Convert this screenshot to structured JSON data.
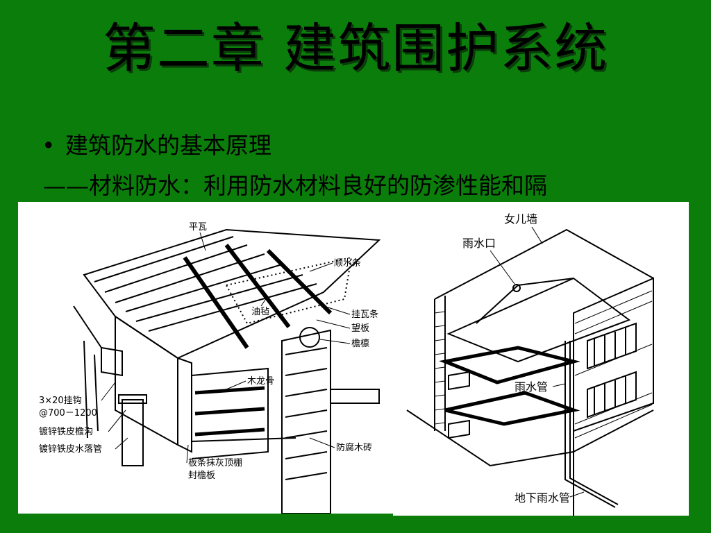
{
  "slide": {
    "title": "第二章  建筑围护系统",
    "bullet_symbol": "•",
    "bullet_text": "建筑防水的基本原理",
    "sub_text": "——材料防水：利用防水材料良好的防渗性能和隔"
  },
  "figure_left": {
    "labels": {
      "ping_wa": "平瓦",
      "shun_shui_tiao": "顺水条",
      "you_zhan": "油毡",
      "gua_wa_tiao": "挂瓦条",
      "wang_ban": "望板",
      "yan_lin": "檐檩",
      "mu_long_gu": "木龙骨",
      "gua_gou": "3×20挂钩",
      "spacing": "@700－1200",
      "tian_gou": "镀锌铁皮檐沟",
      "luo_guan": "镀锌铁皮水落管",
      "fang_fu_mu_zhuan": "防腐木砖",
      "ban_tiao": "板条抹灰顶棚",
      "feng_yan_ban": "封檐板"
    }
  },
  "figure_right": {
    "labels": {
      "nv_er_qiang": "女儿墙",
      "yu_shui_kou": "雨水口",
      "yu_shui_guan": "雨水管",
      "di_xia_yu_shui_guan": "地下雨水管"
    }
  },
  "colors": {
    "background": "#0b7d0b",
    "title_text": "#000000",
    "panel": "#ffffff"
  }
}
